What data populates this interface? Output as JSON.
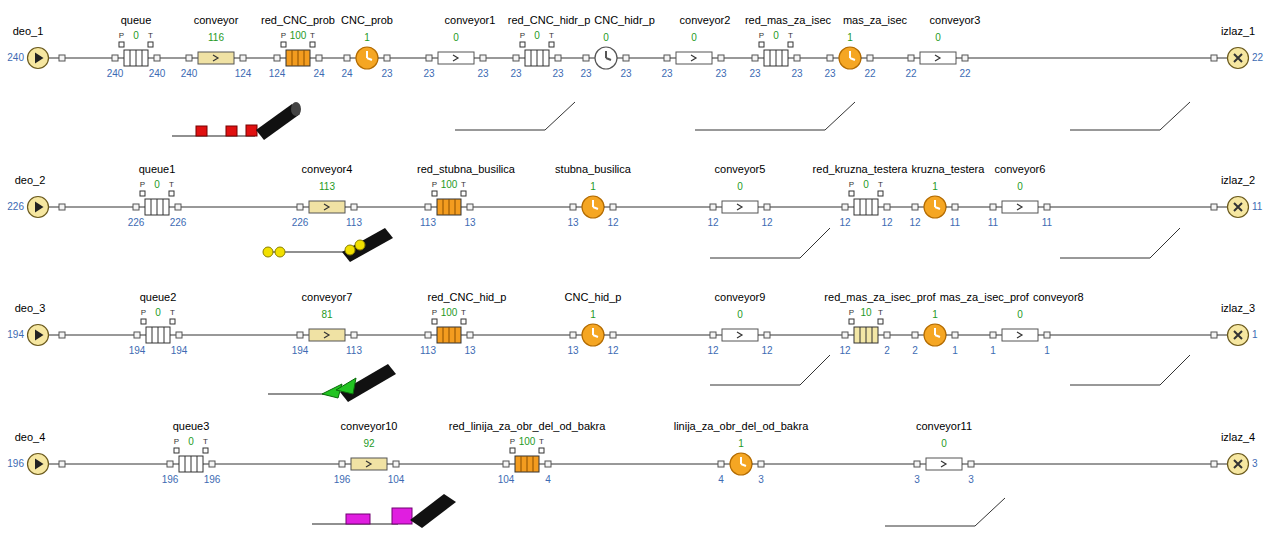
{
  "diagram": {
    "nodes": [
      {
        "text": [
          "deo_1",
          "240"
        ]
      },
      {
        "text": [
          "queue",
          "P",
          "T",
          "0",
          "240",
          "240"
        ]
      },
      {
        "text": [
          "conveyor",
          "116",
          "240",
          "124"
        ]
      },
      {
        "text": [
          "red_CNC_prob",
          "P",
          "T",
          "100",
          "124",
          "24"
        ]
      },
      {
        "text": [
          "CNC_prob",
          "1",
          "24",
          "23"
        ]
      },
      {
        "text": [
          "conveyor1",
          "0",
          "23",
          "23"
        ]
      },
      {
        "text": [
          "red_CNC_hidr_p",
          "P",
          "T",
          "0",
          "23",
          "23"
        ]
      },
      {
        "text": [
          "CNC_hidr_p",
          "0",
          "23",
          "23"
        ]
      },
      {
        "text": [
          "conveyor2",
          "0",
          "23",
          "23"
        ]
      },
      {
        "text": [
          "red_mas_za_isec",
          "P",
          "T",
          "0",
          "23",
          "23"
        ]
      },
      {
        "text": [
          "mas_za_isec",
          "1",
          "23",
          "22"
        ]
      },
      {
        "text": [
          "conveyor3",
          "0",
          "22",
          "22"
        ]
      },
      {
        "text": [
          "izlaz_1",
          "22"
        ]
      },
      {
        "text": [
          "deo_2",
          "226"
        ]
      },
      {
        "text": [
          "queue1",
          "P",
          "T",
          "0",
          "226",
          "226"
        ]
      },
      {
        "text": [
          "conveyor4",
          "113",
          "226",
          "113"
        ]
      },
      {
        "text": [
          "red_stubna_busilica",
          "P",
          "T",
          "100",
          "113",
          "13"
        ]
      },
      {
        "text": [
          "stubna_busilica",
          "1",
          "13",
          "12"
        ]
      },
      {
        "text": [
          "conveyor5",
          "0",
          "12",
          "12"
        ]
      },
      {
        "text": [
          "red_kruzna_testera",
          "P",
          "T",
          "0",
          "12",
          "12"
        ]
      },
      {
        "text": [
          "kruzna_testera",
          "1",
          "12",
          "11"
        ]
      },
      {
        "text": [
          "conveyor6",
          "0",
          "11",
          "11"
        ]
      },
      {
        "text": [
          "izlaz_2",
          "11"
        ]
      },
      {
        "text": [
          "deo_3",
          "194"
        ]
      },
      {
        "text": [
          "queue2",
          "P",
          "T",
          "0",
          "194",
          "194"
        ]
      },
      {
        "text": [
          "conveyor7",
          "81",
          "194",
          "113"
        ]
      },
      {
        "text": [
          "red_CNC_hid_p",
          "P",
          "T",
          "100",
          "113",
          "13"
        ]
      },
      {
        "text": [
          "CNC_hid_p",
          "1",
          "13",
          "12"
        ]
      },
      {
        "text": [
          "conveyor9",
          "0",
          "12",
          "12"
        ]
      },
      {
        "text": [
          "red_mas_za_isec_prof",
          "P",
          "T",
          "10",
          "12",
          "2"
        ]
      },
      {
        "text": [
          "mas_za_isec_prof",
          "1",
          "2",
          "1"
        ]
      },
      {
        "text": [
          "conveyor8",
          "0",
          "1",
          "1"
        ]
      },
      {
        "text": [
          "izlaz_3",
          "1"
        ]
      },
      {
        "text": [
          "deo_4",
          "196"
        ]
      },
      {
        "text": [
          "queue3",
          "P",
          "T",
          "0",
          "196",
          "196"
        ]
      },
      {
        "text": [
          "conveyor10",
          "92",
          "196",
          "104"
        ]
      },
      {
        "text": [
          "red_linija_za_obr_del_od_bakra",
          "P",
          "T",
          "100",
          "104",
          "4"
        ]
      },
      {
        "text": [
          "linija_za_obr_del_od_bakra",
          "1",
          "4",
          "3"
        ]
      },
      {
        "text": [
          "conveyor11",
          "0",
          "3",
          "3"
        ]
      },
      {
        "text": [
          "izlaz_4",
          "3"
        ]
      }
    ],
    "edges": [
      {
        "from": 0,
        "to": 1,
        "arrow": "none"
      },
      {
        "from": 1,
        "to": 2,
        "arrow": "none"
      },
      {
        "from": 2,
        "to": 3,
        "arrow": "none"
      },
      {
        "from": 3,
        "to": 4,
        "arrow": "none"
      },
      {
        "from": 4,
        "to": 5,
        "arrow": "none"
      },
      {
        "from": 5,
        "to": 6,
        "arrow": "none"
      },
      {
        "from": 6,
        "to": 7,
        "arrow": "none"
      },
      {
        "from": 7,
        "to": 8,
        "arrow": "none"
      },
      {
        "from": 8,
        "to": 9,
        "arrow": "none"
      },
      {
        "from": 9,
        "to": 10,
        "arrow": "none"
      },
      {
        "from": 10,
        "to": 11,
        "arrow": "none"
      },
      {
        "from": 11,
        "to": 12,
        "arrow": "none"
      },
      {
        "from": 13,
        "to": 14,
        "arrow": "none"
      },
      {
        "from": 14,
        "to": 15,
        "arrow": "none"
      },
      {
        "from": 15,
        "to": 16,
        "arrow": "none"
      },
      {
        "from": 16,
        "to": 17,
        "arrow": "none"
      },
      {
        "from": 17,
        "to": 18,
        "arrow": "none"
      },
      {
        "from": 18,
        "to": 19,
        "arrow": "none"
      },
      {
        "from": 19,
        "to": 20,
        "arrow": "none"
      },
      {
        "from": 20,
        "to": 21,
        "arrow": "none"
      },
      {
        "from": 21,
        "to": 22,
        "arrow": "none"
      },
      {
        "from": 23,
        "to": 24,
        "arrow": "none"
      },
      {
        "from": 24,
        "to": 25,
        "arrow": "none"
      },
      {
        "from": 25,
        "to": 26,
        "arrow": "none"
      },
      {
        "from": 26,
        "to": 27,
        "arrow": "none"
      },
      {
        "from": 27,
        "to": 28,
        "arrow": "none"
      },
      {
        "from": 28,
        "to": 29,
        "arrow": "none"
      },
      {
        "from": 29,
        "to": 30,
        "arrow": "none"
      },
      {
        "from": 30,
        "to": 31,
        "arrow": "none"
      },
      {
        "from": 31,
        "to": 32,
        "arrow": "none"
      },
      {
        "from": 33,
        "to": 34,
        "arrow": "none"
      },
      {
        "from": 34,
        "to": 35,
        "arrow": "none"
      },
      {
        "from": 35,
        "to": 36,
        "arrow": "none"
      },
      {
        "from": 36,
        "to": 37,
        "arrow": "none"
      },
      {
        "from": 37,
        "to": 38,
        "arrow": "none"
      },
      {
        "from": 38,
        "to": 39,
        "arrow": "none"
      }
    ]
  }
}
